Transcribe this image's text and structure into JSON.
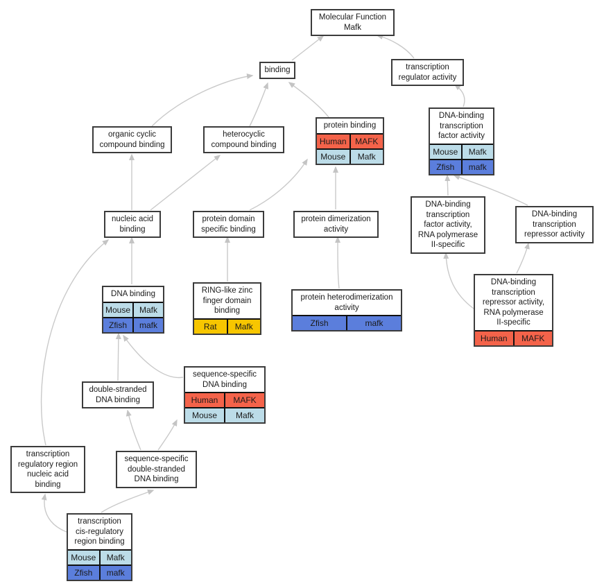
{
  "colors": {
    "human": "#F4634A",
    "mouse": "#BCDCE8",
    "zfish": "#5B7EDC",
    "rat": "#F7C600",
    "node_border": "#3b3b3b",
    "edge": "#c9c9c9"
  },
  "nodes": [
    {
      "id": "mf",
      "title": "Molecular Function\nMafk",
      "rows": []
    },
    {
      "id": "binding",
      "title": "binding",
      "rows": []
    },
    {
      "id": "tra",
      "title": "transcription\nregulator activity",
      "rows": []
    },
    {
      "id": "organic",
      "title": "organic cyclic\ncompound binding",
      "rows": []
    },
    {
      "id": "heterocyclic",
      "title": "heterocyclic\ncompound binding",
      "rows": []
    },
    {
      "id": "protein_binding",
      "title": "protein binding",
      "rows": [
        {
          "species": "Human",
          "gene": "MAFK",
          "color": "human"
        },
        {
          "species": "Mouse",
          "gene": "Mafk",
          "color": "mouse"
        }
      ]
    },
    {
      "id": "dbtf",
      "title": "DNA-binding\ntranscription\nfactor activity",
      "rows": [
        {
          "species": "Mouse",
          "gene": "Mafk",
          "color": "mouse"
        },
        {
          "species": "Zfish",
          "gene": "mafk",
          "color": "zfish"
        }
      ]
    },
    {
      "id": "nucleic",
      "title": "nucleic acid\nbinding",
      "rows": []
    },
    {
      "id": "pdsb",
      "title": "protein domain\nspecific binding",
      "rows": []
    },
    {
      "id": "pda",
      "title": "protein dimerization\nactivity",
      "rows": []
    },
    {
      "id": "dbtf2",
      "title": "DNA-binding\ntranscription\nfactor activity,\nRNA polymerase\nII-specific",
      "rows": []
    },
    {
      "id": "dbtr",
      "title": "DNA-binding\ntranscription\nrepressor activity",
      "rows": []
    },
    {
      "id": "dna_binding",
      "title": "DNA binding",
      "rows": [
        {
          "species": "Mouse",
          "gene": "Mafk",
          "color": "mouse"
        },
        {
          "species": "Zfish",
          "gene": "mafk",
          "color": "zfish"
        }
      ]
    },
    {
      "id": "ring",
      "title": "RING-like zinc\nfinger domain\nbinding",
      "rows": [
        {
          "species": "Rat",
          "gene": "Mafk",
          "color": "rat"
        }
      ]
    },
    {
      "id": "phda",
      "title": "protein heterodimerization\nactivity",
      "rows": [
        {
          "species": "Zfish",
          "gene": "mafk",
          "color": "zfish"
        }
      ]
    },
    {
      "id": "dbtr2",
      "title": "DNA-binding\ntranscription\nrepressor activity,\nRNA polymerase\nII-specific",
      "rows": [
        {
          "species": "Human",
          "gene": "MAFK",
          "color": "human"
        }
      ]
    },
    {
      "id": "ssdna",
      "title": "sequence-specific\nDNA binding",
      "rows": [
        {
          "species": "Human",
          "gene": "MAFK",
          "color": "human"
        },
        {
          "species": "Mouse",
          "gene": "Mafk",
          "color": "mouse"
        }
      ]
    },
    {
      "id": "dsdna",
      "title": "double-stranded\nDNA binding",
      "rows": []
    },
    {
      "id": "trrnab",
      "title": "transcription\nregulatory region\nnucleic acid\nbinding",
      "rows": []
    },
    {
      "id": "ssdsdna",
      "title": "sequence-specific\ndouble-stranded\nDNA binding",
      "rows": []
    },
    {
      "id": "tcrrb",
      "title": "transcription\ncis-regulatory\nregion binding",
      "rows": [
        {
          "species": "Mouse",
          "gene": "Mafk",
          "color": "mouse"
        },
        {
          "species": "Zfish",
          "gene": "mafk",
          "color": "zfish"
        }
      ]
    }
  ],
  "edges": [
    {
      "from": "binding",
      "to": "mf"
    },
    {
      "from": "tra",
      "to": "mf"
    },
    {
      "from": "organic",
      "to": "binding"
    },
    {
      "from": "heterocyclic",
      "to": "binding"
    },
    {
      "from": "protein_binding",
      "to": "binding"
    },
    {
      "from": "dbtf",
      "to": "tra"
    },
    {
      "from": "nucleic",
      "to": "organic"
    },
    {
      "from": "nucleic",
      "to": "heterocyclic"
    },
    {
      "from": "pdsb",
      "to": "protein_binding"
    },
    {
      "from": "pda",
      "to": "protein_binding"
    },
    {
      "from": "dbtf2",
      "to": "dbtf"
    },
    {
      "from": "dbtr",
      "to": "dbtf"
    },
    {
      "from": "dbtr2",
      "to": "dbtr"
    },
    {
      "from": "dbtr2",
      "to": "dbtf2"
    },
    {
      "from": "dna_binding",
      "to": "nucleic"
    },
    {
      "from": "ring",
      "to": "pdsb"
    },
    {
      "from": "phda",
      "to": "pda"
    },
    {
      "from": "ssdna",
      "to": "dna_binding"
    },
    {
      "from": "dsdna",
      "to": "dna_binding"
    },
    {
      "from": "trrnab",
      "to": "nucleic"
    },
    {
      "from": "ssdsdna",
      "to": "dsdna"
    },
    {
      "from": "ssdsdna",
      "to": "ssdna"
    },
    {
      "from": "tcrrb",
      "to": "ssdsdna"
    },
    {
      "from": "tcrrb",
      "to": "trrnab"
    }
  ]
}
